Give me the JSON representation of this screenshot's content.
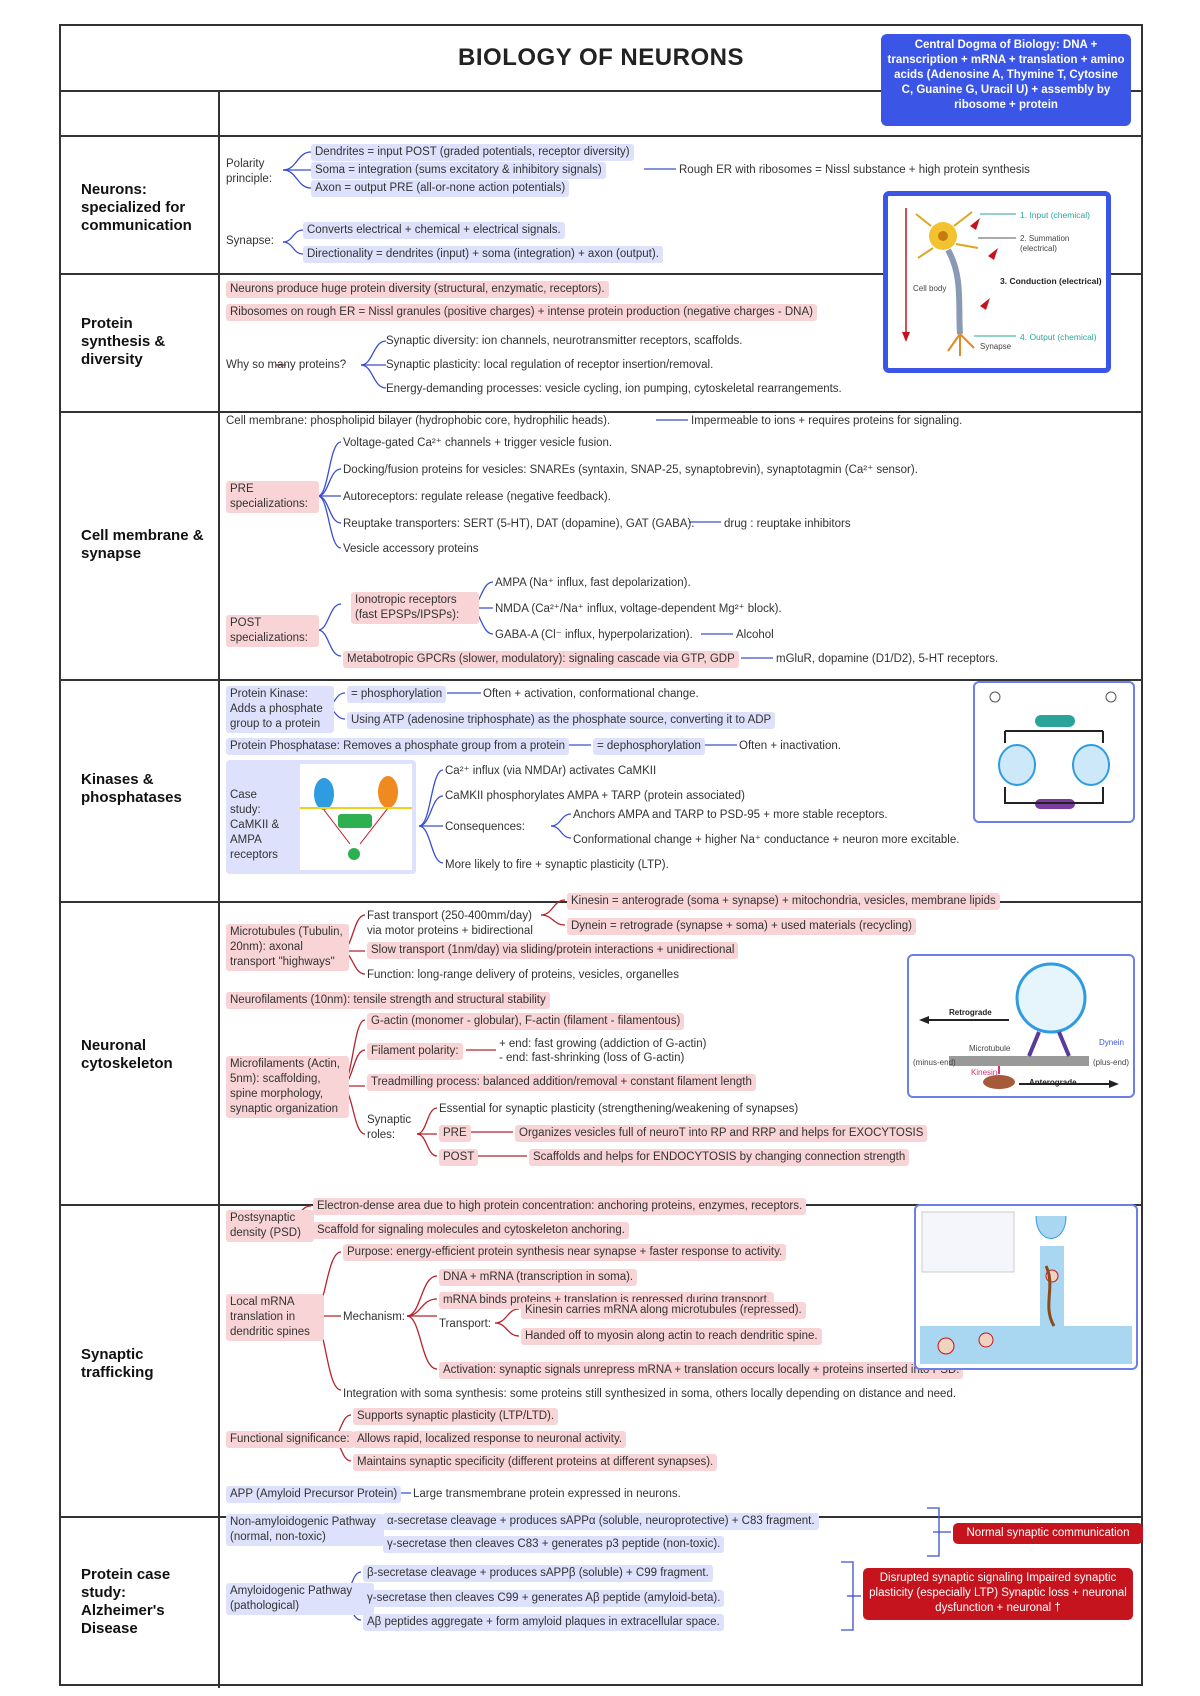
{
  "title": "BIOLOGY OF NEURONS",
  "dogma": "Central Dogma of Biology: DNA + transcription + mRNA + translation + amino acids (Adenosine A, Thymine T, Cytosine C, Guanine G, Uracil U) + assembly by ribosome + protein",
  "sections": {
    "neurons": {
      "label": "Neurons: specialized for communication",
      "polarity": "Polarity principle:",
      "dendrites": "Dendrites = input  POST (graded potentials, receptor diversity)",
      "soma": "Soma = integration (sums excitatory & inhibitory signals)",
      "rough_er": "Rough ER with ribosomes = Nissl substance + high protein synthesis",
      "axon": "Axon = output  PRE (all-or-none action potentials)",
      "synapse": "Synapse:",
      "converts": "Converts electrical + chemical + electrical signals.",
      "directionality": "Directionality = dendrites (input) + soma (integration) + axon (output).",
      "fig": {
        "l1": "1. Input (chemical)",
        "l2": "2. Summation (electrical)",
        "l3": "3. Conduction (electrical)",
        "l4": "4. Output (chemical)",
        "cell_body": "Cell body",
        "synapse": "Synapse"
      }
    },
    "protein": {
      "label": "Protein synthesis & diversity",
      "p1": "Neurons produce huge protein diversity (structural, enzymatic, receptors).",
      "p2": "Ribosomes on rough ER = Nissl granules (positive charges) + intense protein production (negative charges - DNA)",
      "why": "Why so many proteins?",
      "w1": "Synaptic diversity: ion channels, neurotransmitter receptors, scaffolds.",
      "w2": "Synaptic plasticity: local regulation of receptor insertion/removal.",
      "w3": "Energy-demanding processes: vesicle cycling, ion pumping, cytoskeletal rearrangements."
    },
    "membrane": {
      "label": "Cell membrane & synapse",
      "m1": "Cell membrane: phospholipid bilayer (hydrophobic core, hydrophilic heads).",
      "m1b": "Impermeable to ions + requires proteins for signaling.",
      "pre": "PRE specializations:",
      "pre1": "Voltage-gated Ca²⁺ channels + trigger vesicle fusion.",
      "pre2": "Docking/fusion proteins for vesicles: SNAREs (syntaxin, SNAP-25, synaptobrevin), synaptotagmin (Ca²⁺ sensor).",
      "pre3": "Autoreceptors: regulate release (negative feedback).",
      "pre4": "Reuptake transporters: SERT (5-HT), DAT (dopamine), GAT (GABA).",
      "pre4b": "drug : reuptake inhibitors",
      "pre5": "Vesicle accessory proteins",
      "post": "POST specializations:",
      "iono": "Ionotropic receptors (fast EPSPs/IPSPs):",
      "ampa": "AMPA (Na⁺ influx, fast depolarization).",
      "nmda": "NMDA (Ca²⁺/Na⁺ influx, voltage-dependent Mg²⁺ block).",
      "gaba": "GABA-A (Cl⁻ influx, hyperpolarization).",
      "alcohol": "Alcohol",
      "metabo": "Metabotropic GPCRs (slower, modulatory): signaling cascade via GTP, GDP",
      "metabo_b": "mGluR, dopamine (D1/D2), 5-HT receptors."
    },
    "kinases": {
      "label": "Kinases & phosphatases",
      "pk": "Protein Kinase: Adds a phosphate group to a protein",
      "pk1": "= phosphorylation",
      "pk1b": "Often + activation, conformational change.",
      "pk2": "Using ATP (adenosine triphosphate) as the phosphate source, converting it to ADP",
      "pp": "Protein Phosphatase: Removes a phosphate group from a protein",
      "pp1": "= dephosphorylation",
      "pp1b": "Often + inactivation.",
      "case": "Case study: CaMKII & AMPA receptors",
      "c1": "Ca²⁺ influx (via NMDAr) activates CaMKII",
      "c2": "CaMKII phosphorylates AMPA + TARP (protein associated)",
      "cons": "Consequences:",
      "cons1": "Anchors AMPA and TARP to PSD-95 + more stable receptors.",
      "cons2": "Conformational change + higher Na⁺ conductance + neuron more excitable.",
      "c3": "More likely to fire + synaptic plasticity (LTP)."
    },
    "cyto": {
      "label": "Neuronal cytoskeleton",
      "mt": "Microtubules (Tubulin, 20nm): axonal transport \"highways\"",
      "fast": "Fast transport (250-400mm/day) via motor proteins + bidirectional",
      "kinesin": "Kinesin = anterograde (soma + synapse) + mitochondria, vesicles, membrane lipids",
      "dynein": "Dynein = retrograde (synapse + soma) + used materials (recycling)",
      "slow": "Slow transport (1nm/day) via sliding/protein interactions + unidirectional",
      "func": "Function: long-range delivery of proteins, vesicles, organelles",
      "nf": "Neurofilaments (10nm): tensile strength and structural stability",
      "mf": "Microfilaments (Actin, 5nm): scaffolding, spine morphology, synaptic organization",
      "g": "G-actin (monomer - globular), F-actin (filament - filamentous)",
      "fp": "Filament polarity:",
      "fp1": "+ end: fast growing (addiction of G-actin)",
      "fp2": "- end: fast-shrinking (loss of G-actin)",
      "tm": "Treadmilling process: balanced addition/removal + constant filament length",
      "sr": "Synaptic roles:",
      "sr1": "Essential for synaptic plasticity (strengthening/weakening of synapses)",
      "pre": "PRE",
      "pre_t": "Organizes vesicles full of neuroT into RP and RRP and helps for EXOCYTOSIS",
      "post": "POST",
      "post_t": "Scaffolds and helps for ENDOCYTOSIS by changing connection strength",
      "fig": {
        "retro": "Retrograde",
        "antero": "Anterograde",
        "dynein": "Dynein",
        "kinesin": "Kinesin",
        "microtubule": "Microtubule",
        "minus": "(minus-end)",
        "plus": "(plus-end)"
      }
    },
    "traffic": {
      "label": "Synaptic trafficking",
      "psd": "Postsynaptic density (PSD)",
      "psd1": "Electron-dense area due to high protein concentration: anchoring proteins, enzymes, receptors.",
      "psd2": "Scaffold for signaling molecules and cytoskeleton anchoring.",
      "local": "Local mRNA translation in dendritic spines",
      "purpose": "Purpose: energy-efficient protein synthesis near synapse + faster response to activity.",
      "mech": "Mechanism:",
      "m1": "DNA + mRNA (transcription in soma).",
      "m2": "mRNA binds proteins + translation is repressed during transport.",
      "transport": "Transport:",
      "t1": "Kinesin carries mRNA along microtubules (repressed).",
      "t2": "Handed off to myosin along actin to reach dendritic spine.",
      "m3": "Activation: synaptic signals unrepress mRNA + translation occurs locally + proteins inserted into PSD.",
      "integ": "Integration with soma synthesis: some proteins still synthesized in soma, others locally depending on distance and need.",
      "fs": "Functional significance:",
      "fs1": "Supports synaptic plasticity (LTP/LTD).",
      "fs2": "Allows rapid, localized response to neuronal activity.",
      "fs3": "Maintains synaptic specificity (different proteins at different synapses)."
    },
    "alz": {
      "label": "Protein case study: Alzheimer's Disease",
      "app": "APP (Amyloid Precursor Protein)",
      "app_b": "Large transmembrane protein expressed in neurons.",
      "non": "Non-amyloidogenic Pathway (normal, non-toxic)",
      "non1": "α-secretase cleavage + produces sAPPα (soluble, neuroprotective) + C83 fragment.",
      "non2": "γ-secretase then cleaves C83 + generates p3 peptide (non-toxic).",
      "normal": "Normal synaptic communication",
      "amy": "Amyloidogenic Pathway (pathological)",
      "amy1": "β-secretase cleavage + produces sAPPβ (soluble) + C99 fragment.",
      "amy2": "γ-secretase then cleaves C99 + generates Aβ peptide (amyloid-beta).",
      "amy3": "Aβ peptides aggregate + form amyloid plaques in extracellular space.",
      "disrupted": "Disrupted synaptic signaling Impaired synaptic plasticity (especially LTP) Synaptic loss + neuronal dysfunction + neuronal †"
    }
  },
  "colors": {
    "blue": "#3b55e6",
    "blue_hl": "#dde1fb",
    "pink_hl": "#f8d4d6",
    "red": "#c5141d",
    "blue_line": "#3a4fcf",
    "red_line": "#b8232b"
  }
}
